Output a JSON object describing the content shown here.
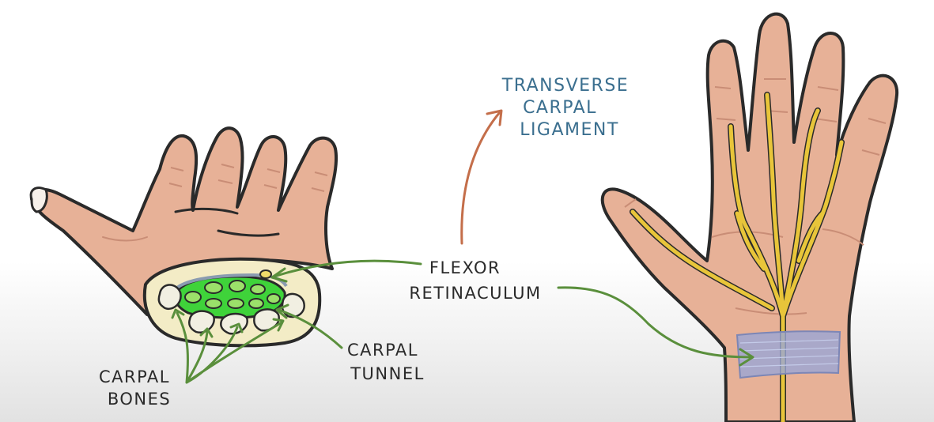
{
  "labels": {
    "transverse_line1": "TRANSVERSE",
    "transverse_line2": "CARPAL",
    "transverse_line3": "LIGAMENT",
    "flexor_line1": "FLEXOR",
    "flexor_line2": "RETINACULUM",
    "carpal_tunnel_line1": "CARPAL",
    "carpal_tunnel_line2": "TUNNEL",
    "carpal_bones_line1": "CARPAL",
    "carpal_bones_line2": "BONES"
  },
  "colors": {
    "skin": "#e7b197",
    "skin_shadow": "#c98d76",
    "outline": "#2a2a2a",
    "tunnel_green": "#3fd33a",
    "tendon_green": "#9be06a",
    "bone": "#f1efe2",
    "wrist_slice": "#f3ecc6",
    "nerve_yellow": "#e8c53a",
    "ligament_blue": "#9aa6d6",
    "arrow_green": "#5a8f3c",
    "arrow_orange": "#c46e4a",
    "label_blue": "#3b6f8f",
    "label_dark": "#2a2a2a"
  }
}
